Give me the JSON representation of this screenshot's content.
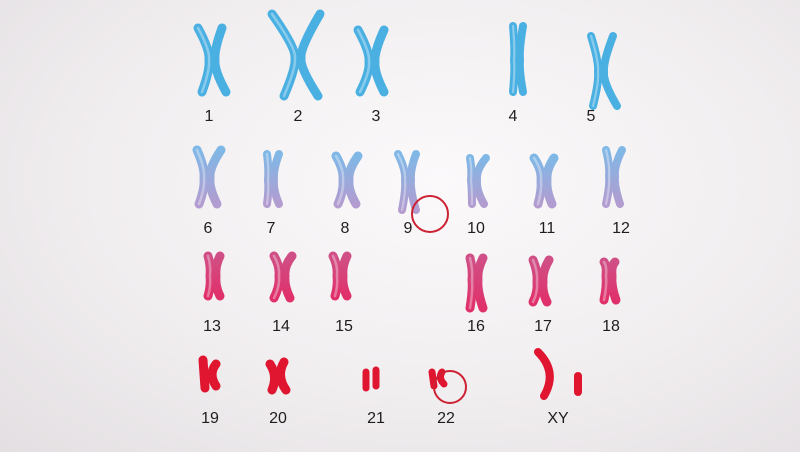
{
  "karyotype": {
    "chromosomes": [
      {
        "label": "1"
      },
      {
        "label": "2"
      },
      {
        "label": "3"
      },
      {
        "label": "4"
      },
      {
        "label": "5"
      },
      {
        "label": "6"
      },
      {
        "label": "7"
      },
      {
        "label": "8"
      },
      {
        "label": "9",
        "highlighted": true
      },
      {
        "label": "10"
      },
      {
        "label": "11"
      },
      {
        "label": "12"
      },
      {
        "label": "13"
      },
      {
        "label": "14"
      },
      {
        "label": "15"
      },
      {
        "label": "16"
      },
      {
        "label": "17"
      },
      {
        "label": "18"
      },
      {
        "label": "19"
      },
      {
        "label": "20"
      },
      {
        "label": "21"
      },
      {
        "label": "22",
        "highlighted": true
      },
      {
        "label": "XY"
      }
    ],
    "colors": {
      "row1": "#4ab0e2",
      "row2": "#9aa8d8",
      "row3": "#d83c74",
      "row4": "#e01530",
      "highlight_circle": "#cc2233",
      "label_text": "#1e1e1e"
    }
  }
}
